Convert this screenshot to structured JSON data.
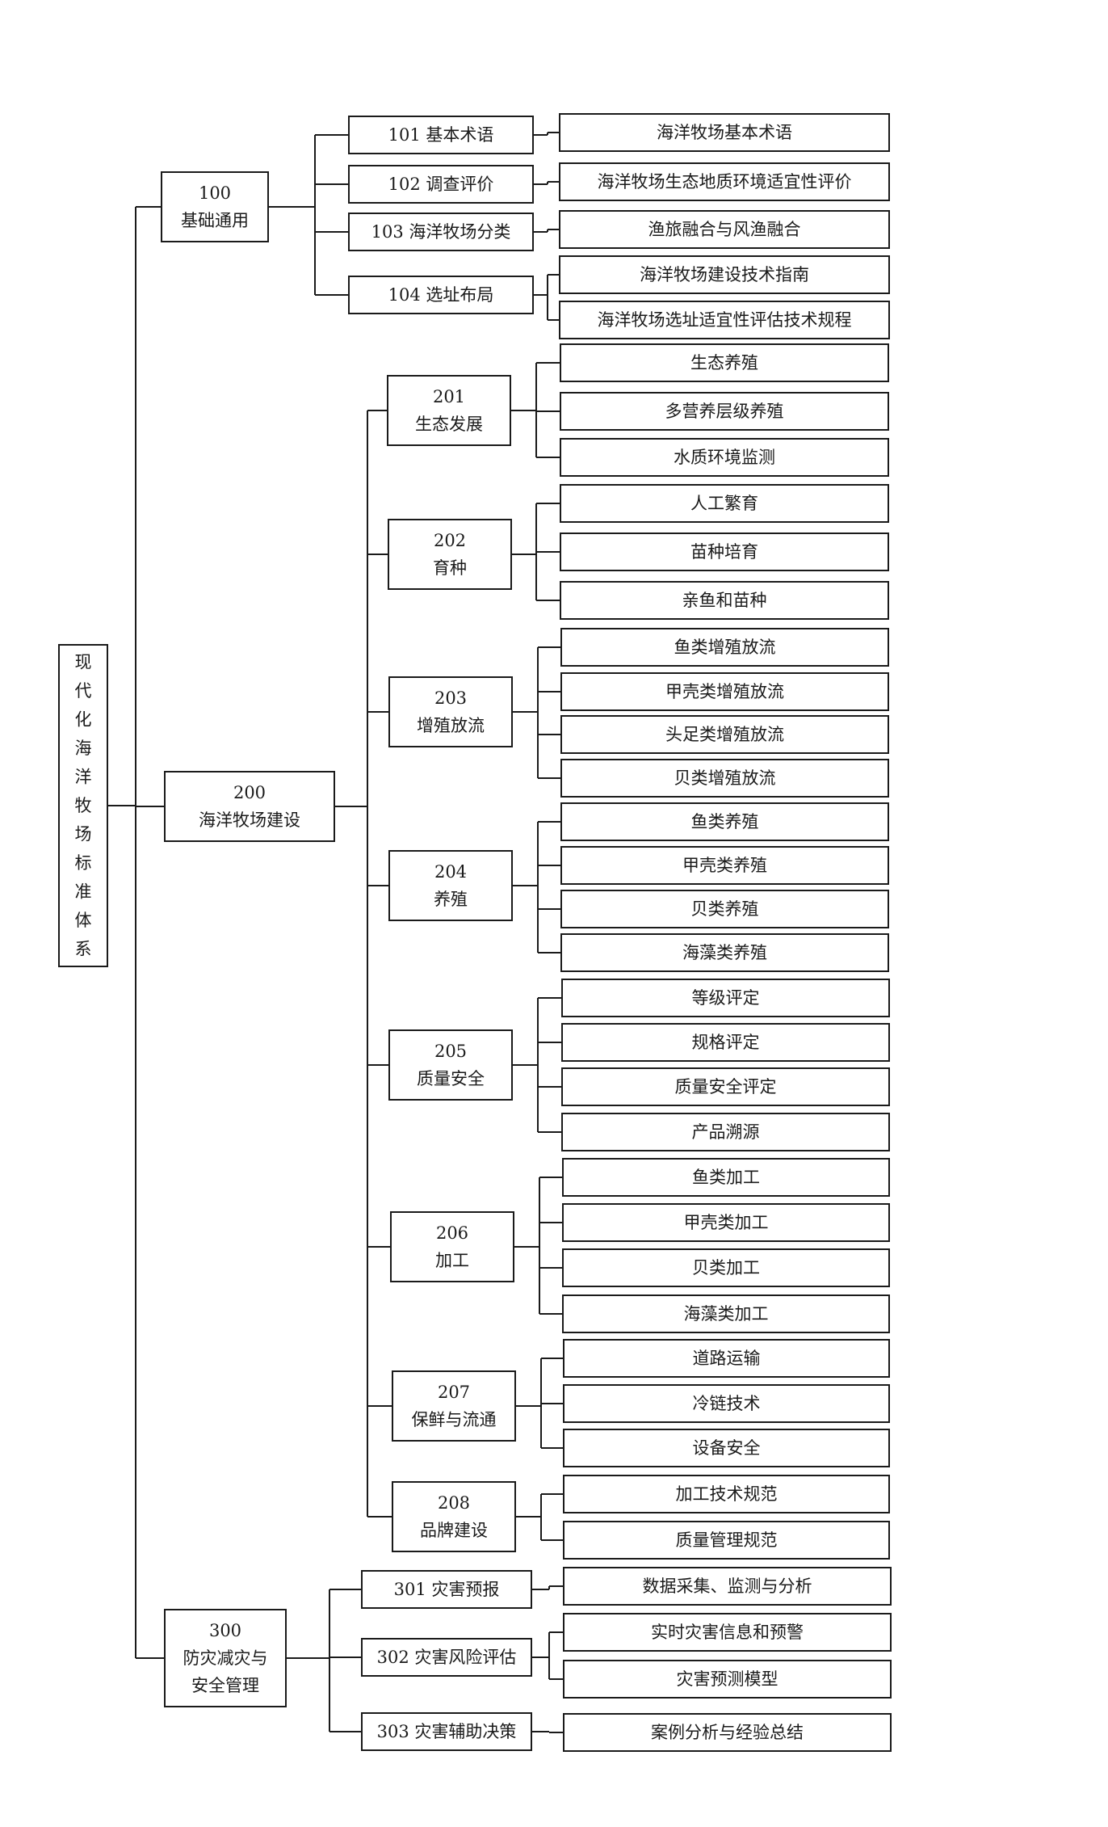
{
  "root": {
    "chars": [
      "现",
      "代",
      "化",
      "海",
      "洋",
      "牧",
      "场",
      "标",
      "准",
      "体",
      "系"
    ]
  },
  "categories": [
    {
      "id": "c100",
      "lines": [
        "100",
        "基础通用"
      ],
      "subs": [
        {
          "id": "s101",
          "lines": [
            "101 基本术语"
          ],
          "leaves": [
            "海洋牧场基本术语"
          ]
        },
        {
          "id": "s102",
          "lines": [
            "102 调查评价"
          ],
          "leaves": [
            "海洋牧场生态地质环境适宜性评价"
          ]
        },
        {
          "id": "s103",
          "lines": [
            "103 海洋牧场分类"
          ],
          "leaves": [
            "渔旅融合与风渔融合"
          ]
        },
        {
          "id": "s104",
          "lines": [
            "104 选址布局"
          ],
          "leaves": [
            "海洋牧场建设技术指南",
            "海洋牧场选址适宜性评估技术规程"
          ]
        }
      ]
    },
    {
      "id": "c200",
      "lines": [
        "200",
        "海洋牧场建设"
      ],
      "subs": [
        {
          "id": "s201",
          "lines": [
            "201",
            "生态发展"
          ],
          "leaves": [
            "生态养殖",
            "多营养层级养殖",
            "水质环境监测"
          ]
        },
        {
          "id": "s202",
          "lines": [
            "202",
            "育种"
          ],
          "leaves": [
            "人工繁育",
            "苗种培育",
            "亲鱼和苗种"
          ]
        },
        {
          "id": "s203",
          "lines": [
            "203",
            "增殖放流"
          ],
          "leaves": [
            "鱼类增殖放流",
            "甲壳类增殖放流",
            "头足类增殖放流",
            "贝类增殖放流"
          ]
        },
        {
          "id": "s204",
          "lines": [
            "204",
            "养殖"
          ],
          "leaves": [
            "鱼类养殖",
            "甲壳类养殖",
            "贝类养殖",
            "海藻类养殖"
          ]
        },
        {
          "id": "s205",
          "lines": [
            "205",
            "质量安全"
          ],
          "leaves": [
            "等级评定",
            "规格评定",
            "质量安全评定",
            "产品溯源"
          ]
        },
        {
          "id": "s206",
          "lines": [
            "206",
            "加工"
          ],
          "leaves": [
            "鱼类加工",
            "甲壳类加工",
            "贝类加工",
            "海藻类加工"
          ]
        },
        {
          "id": "s207",
          "lines": [
            "207",
            "保鲜与流通"
          ],
          "leaves": [
            "道路运输",
            "冷链技术",
            "设备安全"
          ]
        },
        {
          "id": "s208",
          "lines": [
            "208",
            "品牌建设"
          ],
          "leaves": [
            "加工技术规范",
            "质量管理规范"
          ]
        }
      ]
    },
    {
      "id": "c300",
      "lines": [
        "300",
        "防灾减灾与",
        "安全管理"
      ],
      "subs": [
        {
          "id": "s301",
          "lines": [
            "301 灾害预报"
          ],
          "leaves": [
            "数据采集、监测与分析"
          ]
        },
        {
          "id": "s302",
          "lines": [
            "302 灾害风险评估"
          ],
          "leaves": [
            "实时灾害信息和预警",
            "灾害预测模型"
          ]
        },
        {
          "id": "s303",
          "lines": [
            "303 灾害辅助决策"
          ],
          "leaves": [
            "案例分析与经验总结"
          ]
        }
      ]
    }
  ]
}
